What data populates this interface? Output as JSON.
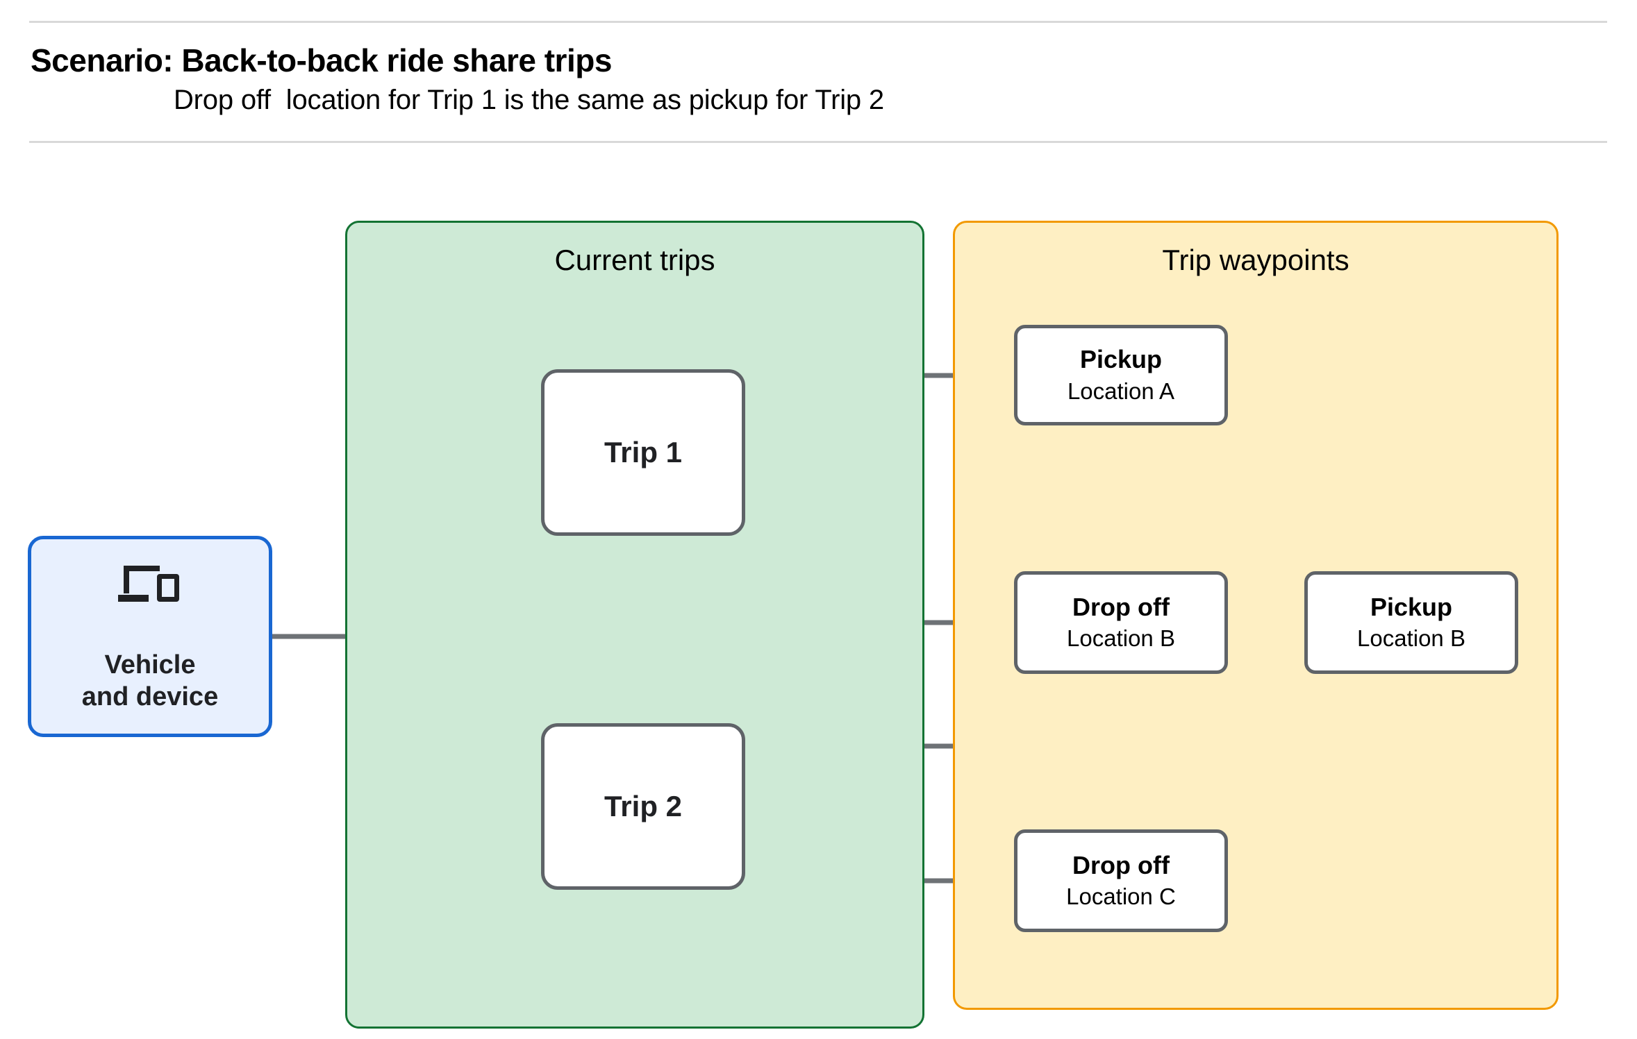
{
  "header": {
    "title": "Scenario: Back-to-back ride share trips",
    "subtitle": "Drop off  location for Trip 1 is the same as pickup for Trip 2"
  },
  "colors": {
    "current_trips_fill": "#ceead6",
    "current_trips_border": "#137333",
    "trip_waypoints_fill": "#feefc3",
    "trip_waypoints_border": "#f29900",
    "vehicle_fill": "#e8f0fe",
    "vehicle_border": "#1967d2",
    "node_border": "#5f6368",
    "connector": "#6e7276",
    "rule": "#d9d9d9"
  },
  "diagram": {
    "vehicle": {
      "icon": "devices-icon",
      "label": "Vehicle\nand device"
    },
    "groups": [
      {
        "id": "current-trips",
        "title": "Current trips"
      },
      {
        "id": "trip-waypoints",
        "title": "Trip waypoints"
      }
    ],
    "trips": [
      {
        "id": "trip-1",
        "label": "Trip 1"
      },
      {
        "id": "trip-2",
        "label": "Trip 2"
      }
    ],
    "waypoints": [
      {
        "id": "pickup-a",
        "title": "Pickup",
        "sub": "Location A"
      },
      {
        "id": "dropoff-b",
        "title": "Drop off",
        "sub": "Location B"
      },
      {
        "id": "pickup-b",
        "title": "Pickup",
        "sub": "Location B"
      },
      {
        "id": "dropoff-c",
        "title": "Drop off",
        "sub": "Location C"
      }
    ],
    "connections": [
      {
        "from": "vehicle",
        "to": "trip-1"
      },
      {
        "from": "vehicle",
        "to": "trip-2"
      },
      {
        "from": "trip-1",
        "to": "pickup-a"
      },
      {
        "from": "trip-1",
        "to": "dropoff-b"
      },
      {
        "from": "trip-2",
        "to": "pickup-b"
      },
      {
        "from": "trip-2",
        "to": "dropoff-c"
      }
    ]
  }
}
